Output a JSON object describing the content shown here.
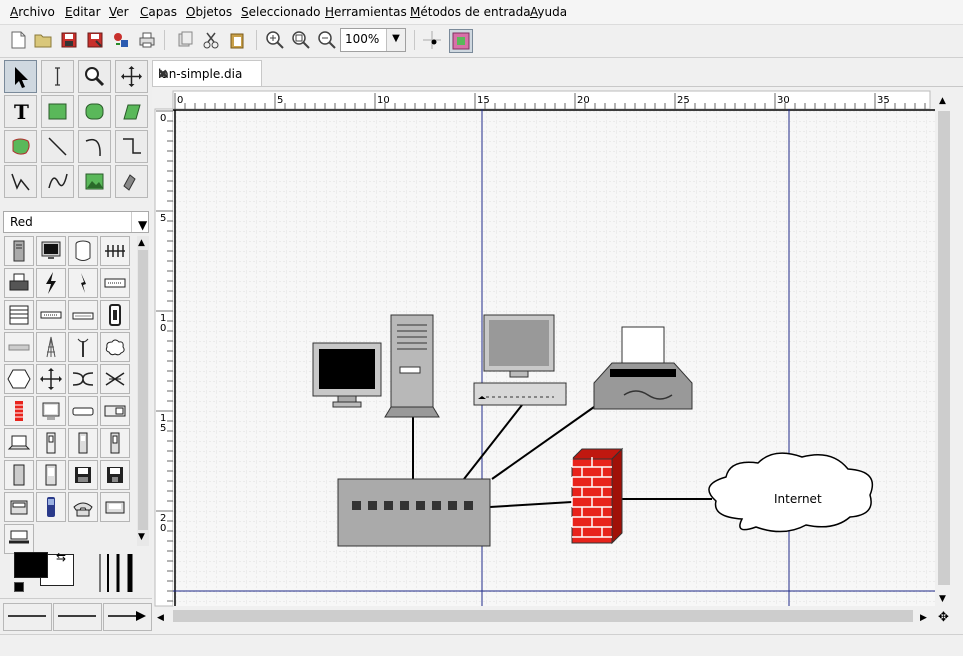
{
  "menu": {
    "items": [
      {
        "label": "Archivo",
        "underline": "A",
        "rest": "rchivo"
      },
      {
        "label": "Editar",
        "underline": "E",
        "rest": "ditar"
      },
      {
        "label": "Ver",
        "underline": "V",
        "rest": "er"
      },
      {
        "label": "Capas",
        "underline": "C",
        "rest": "apas"
      },
      {
        "label": "Objetos",
        "underline": "O",
        "rest": "bjetos"
      },
      {
        "label": "Seleccionado",
        "underline": "S",
        "rest": "eleccionado"
      },
      {
        "label": "Herramientas",
        "underline": "H",
        "rest": "erramientas"
      },
      {
        "label": "Métodos de entrada",
        "underline": "M",
        "rest": "étodos de entrada"
      },
      {
        "label": "Ayuda",
        "underline": "A",
        "rest": "yuda"
      }
    ]
  },
  "toolbar": {
    "zoom_value": "100%"
  },
  "toolbox": {
    "sheet_selected": "Red"
  },
  "document": {
    "tab_label": "lan-simple.dia",
    "ruler_h_labels": [
      "0",
      "5",
      "10",
      "15",
      "20",
      "25",
      "30",
      "35"
    ],
    "ruler_v_labels": [
      "0",
      "5",
      "1\n0",
      "1\n5",
      "2\n0"
    ],
    "cloud_label": "Internet"
  },
  "colors": {
    "accent_selected": "#cfd8e0",
    "firewall_red": "#e8231c",
    "guide_line": "#1f2a8a",
    "grid": "#d8d8d8"
  }
}
